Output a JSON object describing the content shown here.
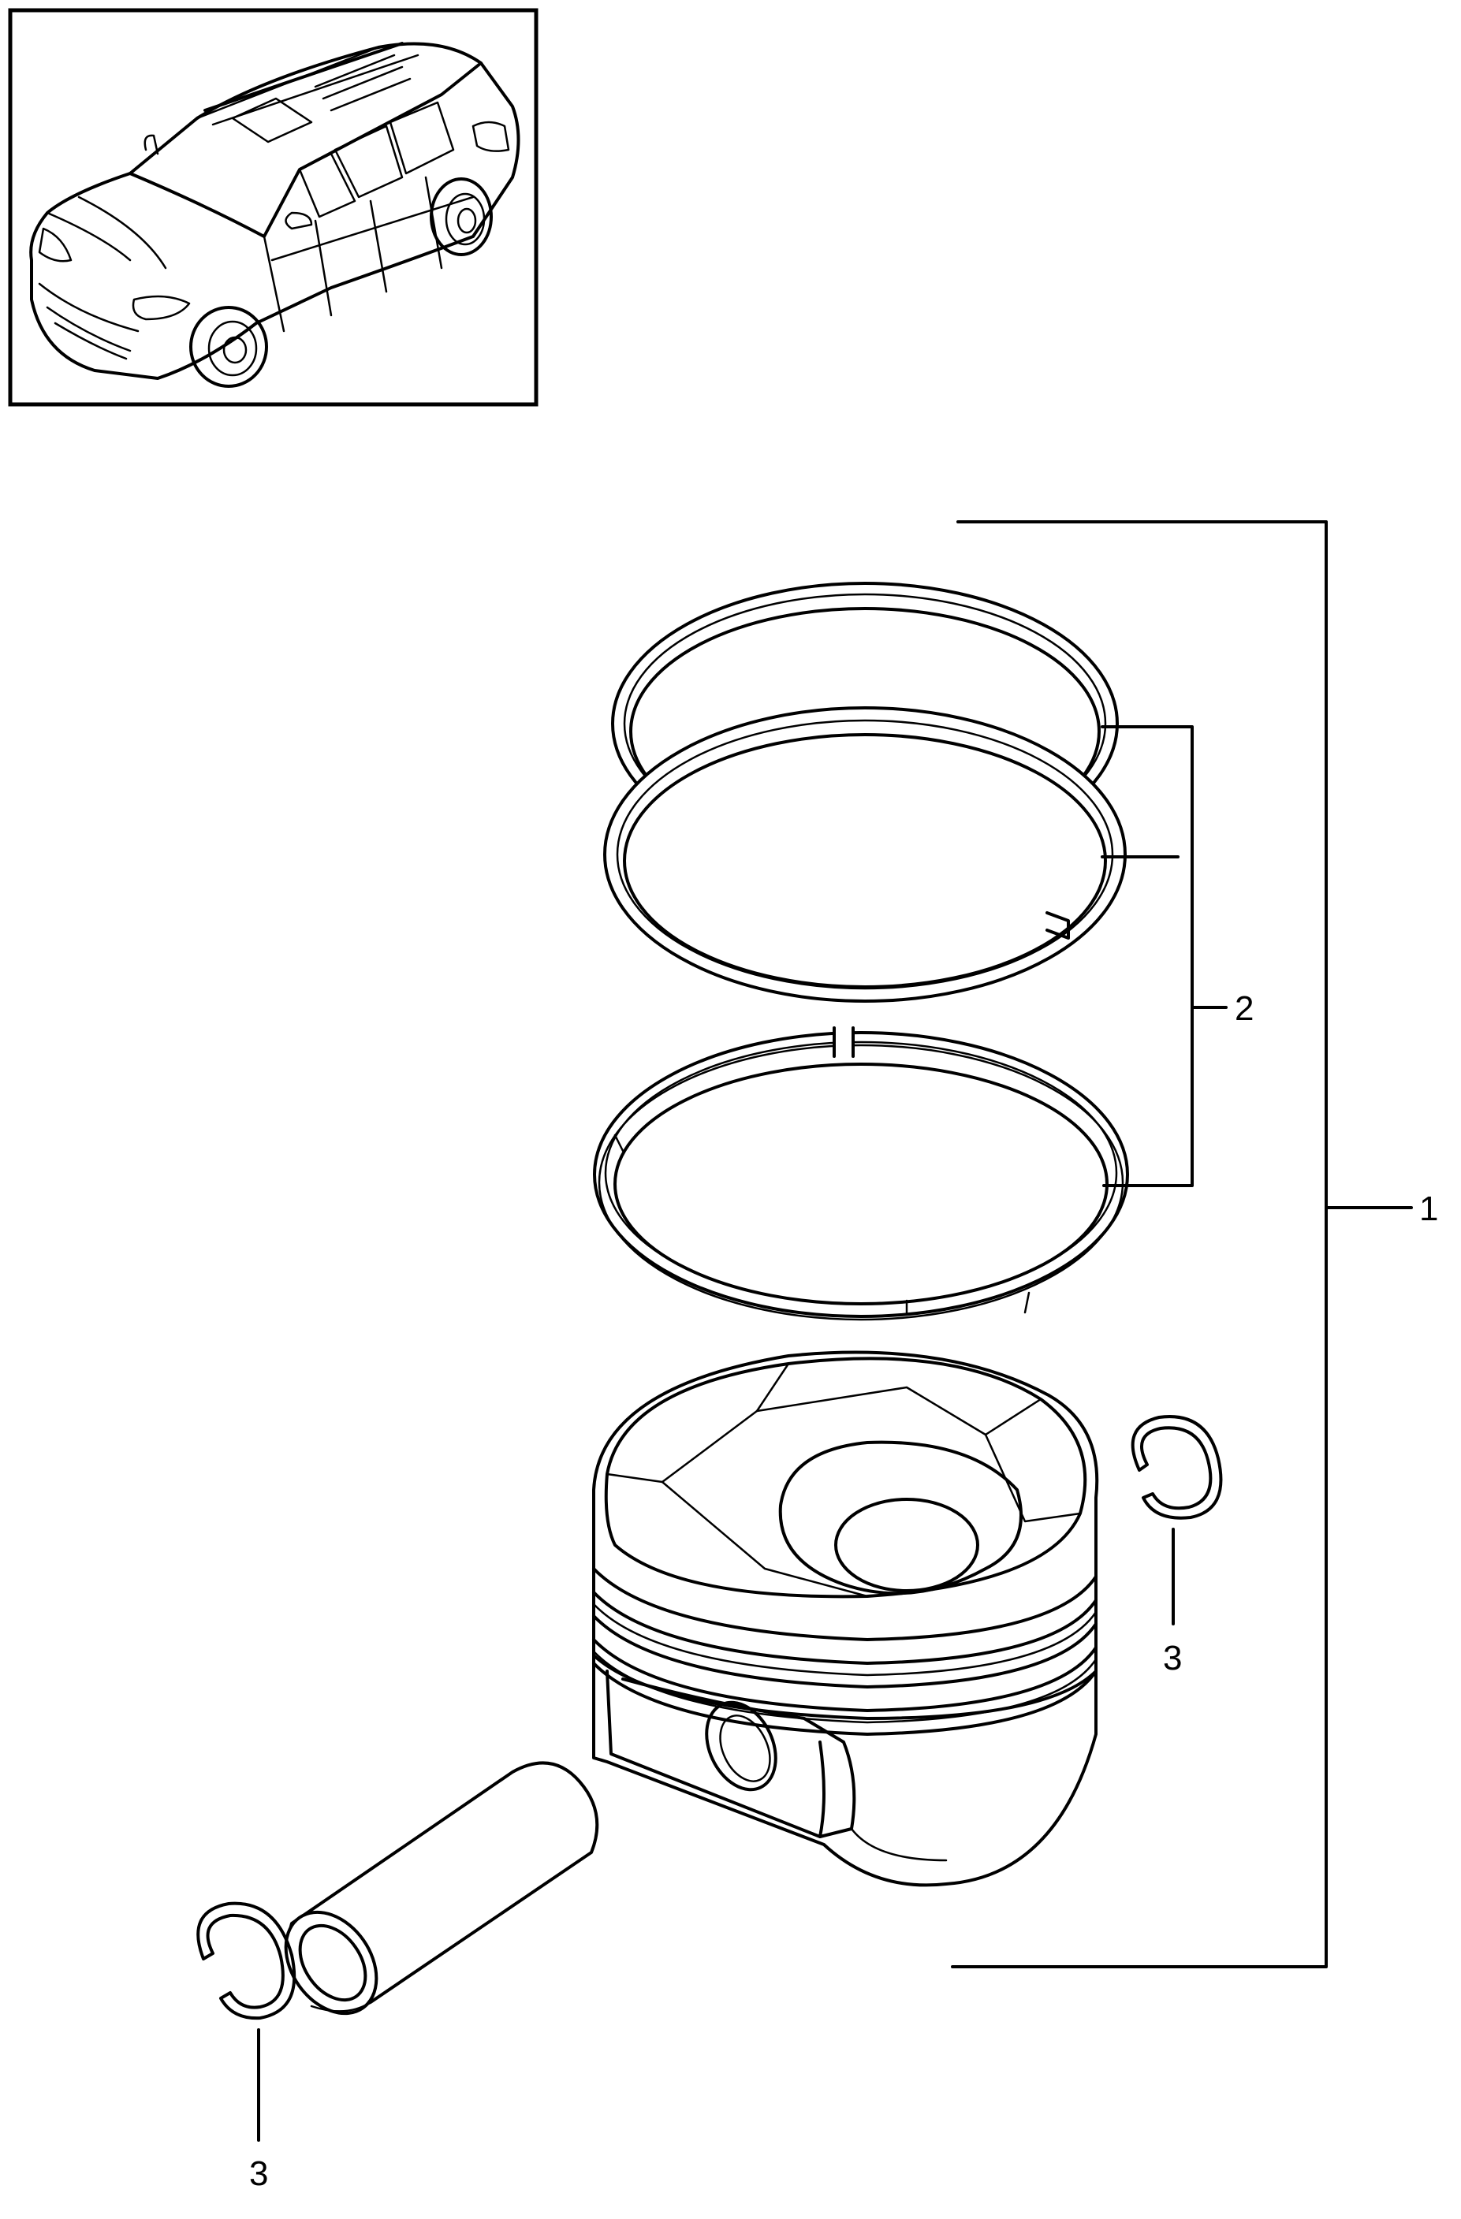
{
  "diagram": {
    "callouts": [
      {
        "id": "assembly",
        "label": "1"
      },
      {
        "id": "rings",
        "label": "2"
      },
      {
        "id": "circlip-right",
        "label": "3"
      },
      {
        "id": "circlip-left",
        "label": "3"
      }
    ]
  }
}
